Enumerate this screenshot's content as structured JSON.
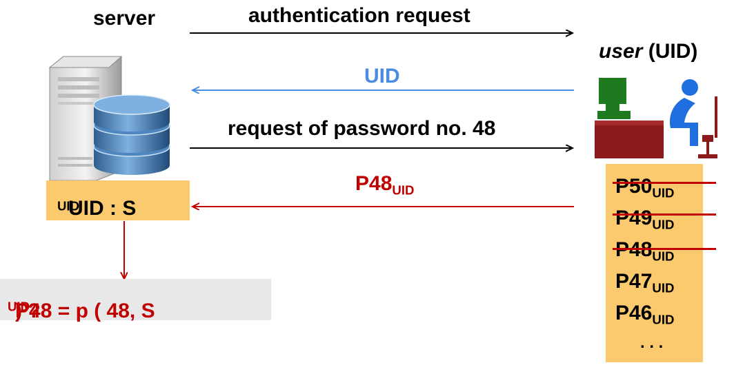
{
  "labels": {
    "server": "server",
    "user_italic": "user",
    "user_suffix": " (UID)"
  },
  "messages": [
    {
      "text": "authentication request",
      "direction": "server-to-user",
      "color": "#000000"
    },
    {
      "text": "UID",
      "direction": "user-to-server",
      "color": "#4a8de0"
    },
    {
      "text": "request of password no. 48",
      "direction": "server-to-user",
      "color": "#000000"
    },
    {
      "base": "P48",
      "sub": "UID",
      "direction": "user-to-server",
      "color": "#c00000"
    }
  ],
  "server_store": {
    "base": "UID : S",
    "sub": "UID"
  },
  "verification": {
    "prefix": "P48 = p ( 48, S",
    "sub": "UID",
    "suffix": " ) ?",
    "color": "#c00000"
  },
  "password_list": [
    {
      "base": "P50",
      "sub": "UID",
      "struck": true
    },
    {
      "base": "P49",
      "sub": "UID",
      "struck": true
    },
    {
      "base": "P48",
      "sub": "UID",
      "struck": true
    },
    {
      "base": "P47",
      "sub": "UID",
      "struck": false
    },
    {
      "base": "P46",
      "sub": "UID",
      "struck": false
    },
    {
      "base": ". . .",
      "sub": "",
      "struck": false
    }
  ],
  "icons": {
    "server": "server-database-icon",
    "user": "user-at-computer-icon"
  },
  "colors": {
    "box": "#fbc96e",
    "check_bg": "#e8e8e8",
    "red": "#c00000",
    "blue": "#4a8de0"
  }
}
